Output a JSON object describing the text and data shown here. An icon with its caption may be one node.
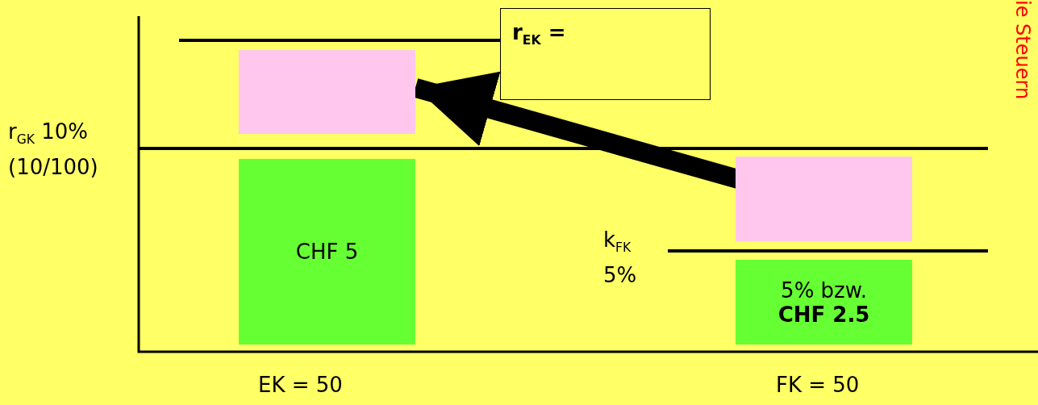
{
  "diagram": {
    "nodes": [
      {
        "text": [
          "r$_{EK}$ ="
        ]
      },
      {
        "text": [],
        "shape": "box"
      },
      {
        "text": [],
        "shape": "box"
      },
      {
        "text": [
          "CHF 5"
        ]
      },
      {
        "text": [
          "5% bzw. **CHF 2.5**"
        ]
      }
    ],
    "edges": [
      {
        "from": 2,
        "to": 1,
        "arrow": "to"
      }
    ],
    "labels": [
      "ie Steuern",
      "r$_{GK}$ 10% (10/100)",
      "k$_{FK}$ 5%",
      "EK = 50",
      "FK = 50"
    ]
  }
}
